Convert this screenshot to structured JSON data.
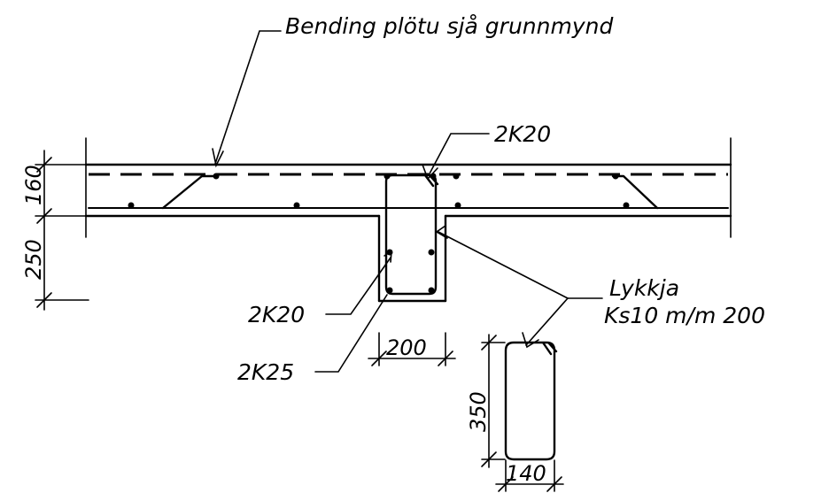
{
  "labels": {
    "slab_reinforcement": "Bending plötu sjå grunnmynd",
    "top_bars": "2K20",
    "side_bars": "2K20",
    "bottom_bars": "2K25",
    "stirrup_title": "Lykkja",
    "stirrup_spec": "Ks10 m/m 200"
  },
  "dimensions": {
    "slab_thickness": "160",
    "beam_depth": "250",
    "beam_width": "200",
    "stirrup_height": "350",
    "stirrup_width": "140"
  }
}
